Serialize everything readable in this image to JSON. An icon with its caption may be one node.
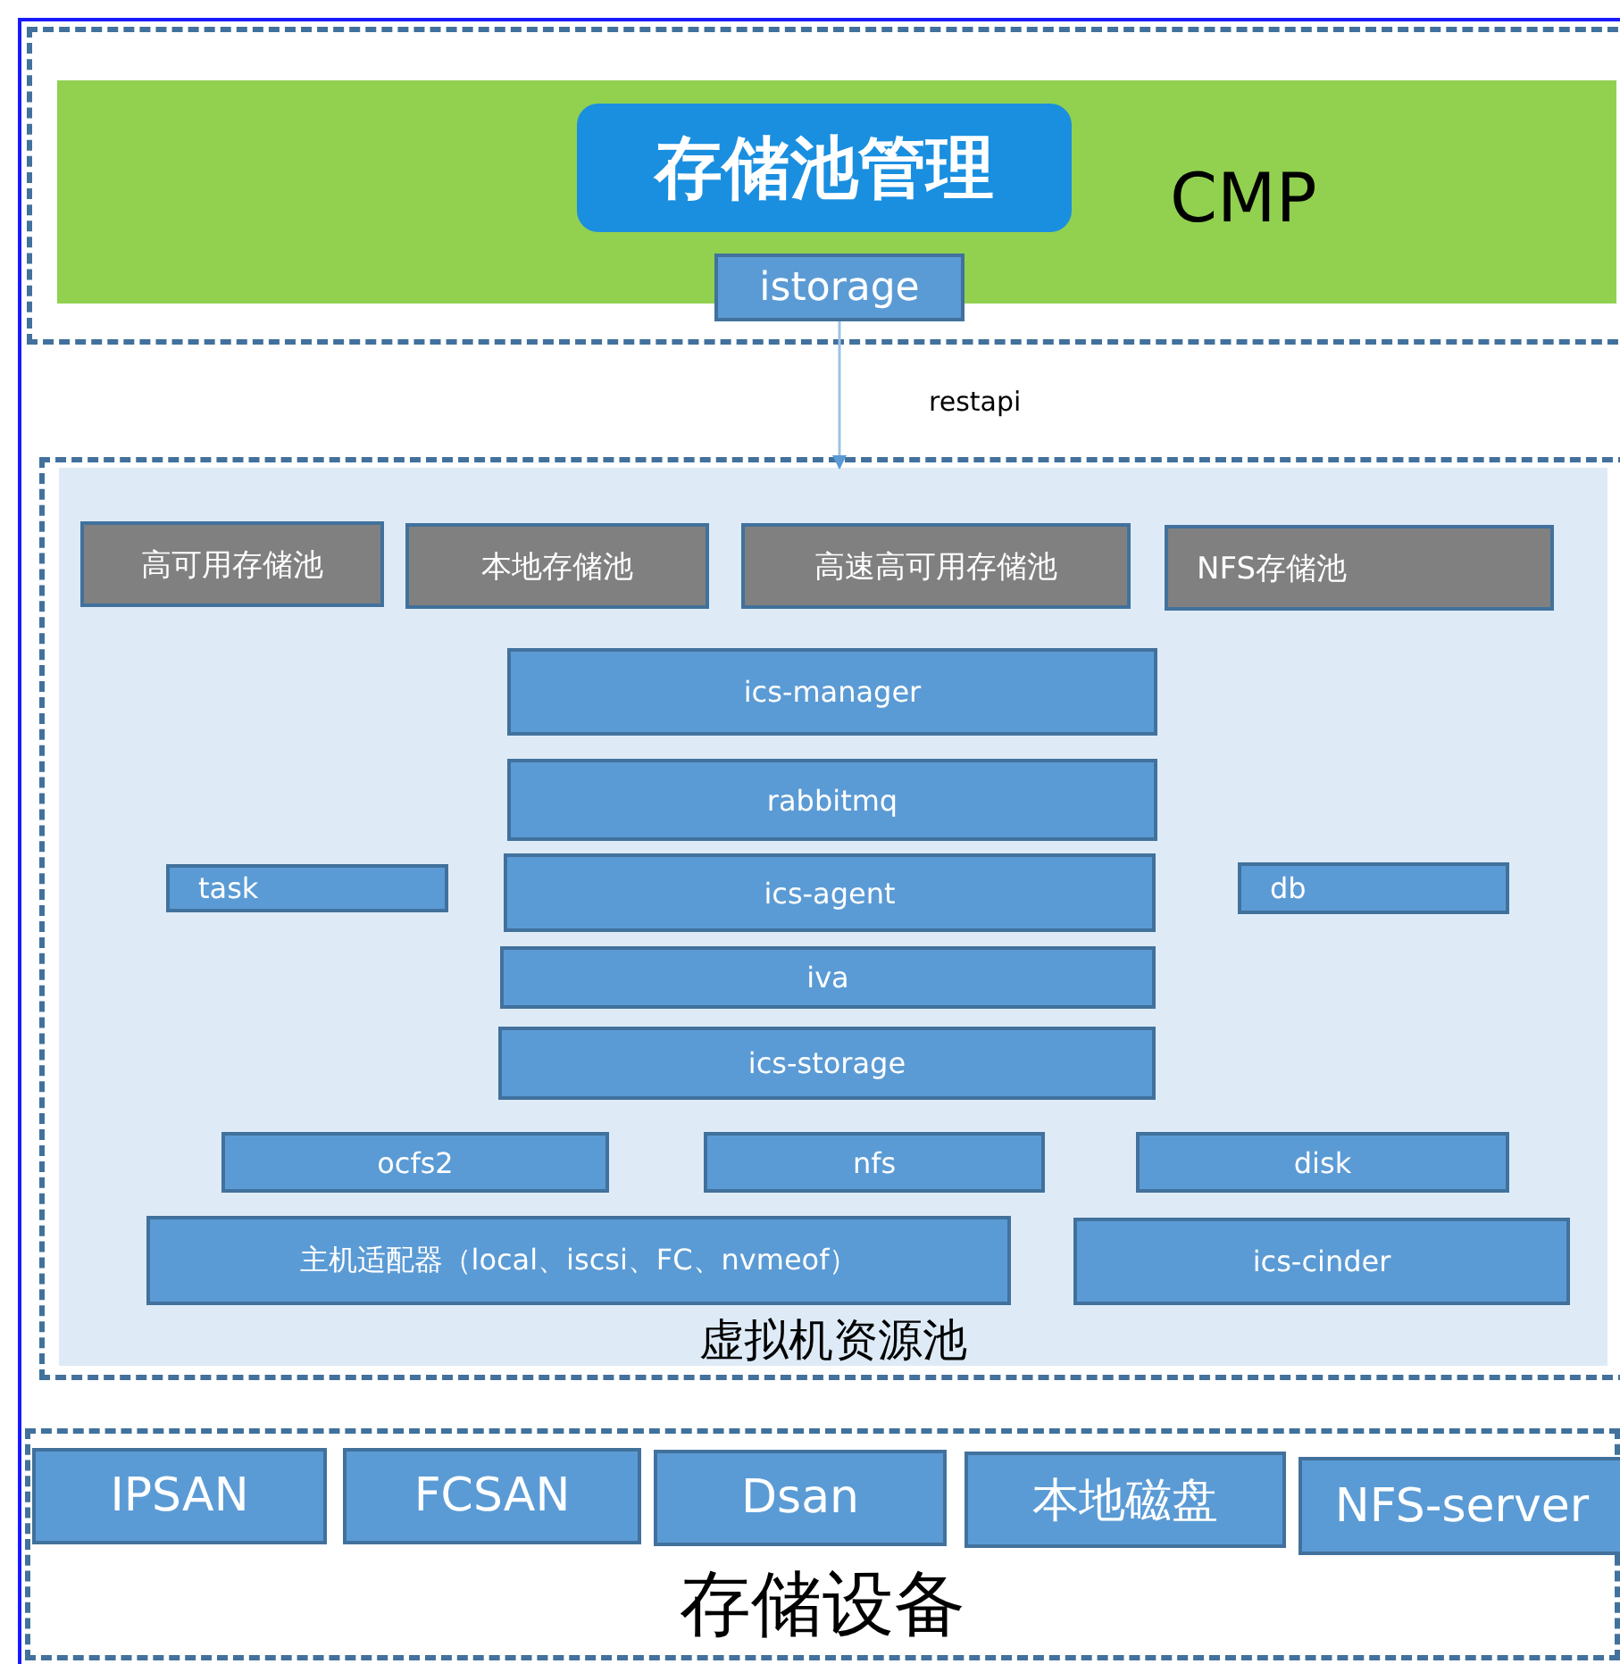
{
  "diagram": {
    "nodes": [
      {
        "text": [
          "CMP"
        ]
      },
      {
        "text": [
          "存储池管理"
        ],
        "in": 0
      },
      {
        "text": [
          "istorage"
        ]
      },
      {
        "text": [
          "虚拟机资源池"
        ]
      },
      {
        "text": [
          "高可用存储池"
        ],
        "in": 3
      },
      {
        "text": [
          "本地存储池"
        ],
        "in": 3
      },
      {
        "text": [
          "高速高可用存储池"
        ],
        "in": 3
      },
      {
        "text": [
          "NFS存储池"
        ],
        "in": 3
      },
      {
        "text": [
          "ics-manager"
        ],
        "in": 3
      },
      {
        "text": [
          "rabbitmq"
        ],
        "in": 3
      },
      {
        "text": [
          "task"
        ],
        "in": 3
      },
      {
        "text": [
          "ics-agent"
        ],
        "in": 3
      },
      {
        "text": [
          "db"
        ],
        "in": 3
      },
      {
        "text": [
          "iva"
        ],
        "in": 3
      },
      {
        "text": [
          "ics-storage"
        ],
        "in": 3
      },
      {
        "text": [
          "ocfs2"
        ],
        "in": 3
      },
      {
        "text": [
          "nfs"
        ],
        "in": 3
      },
      {
        "text": [
          "disk"
        ],
        "in": 3
      },
      {
        "text": [
          "主机适配器（local、iscsi、FC、nvmeof）"
        ],
        "in": 3
      },
      {
        "text": [
          "ics-cinder"
        ],
        "in": 3
      },
      {
        "text": [
          "存储设备"
        ]
      },
      {
        "text": [
          "IPSAN"
        ],
        "in": 20
      },
      {
        "text": [
          "FCSAN"
        ],
        "in": 20
      },
      {
        "text": [
          "Dsan"
        ],
        "in": 20
      },
      {
        "text": [
          "本地磁盘"
        ],
        "in": 20
      },
      {
        "text": [
          "NFS-server"
        ],
        "in": 20
      }
    ],
    "edges": [
      {
        "from": 2,
        "to": 3,
        "arrow": "to",
        "label": "restapi"
      }
    ]
  }
}
